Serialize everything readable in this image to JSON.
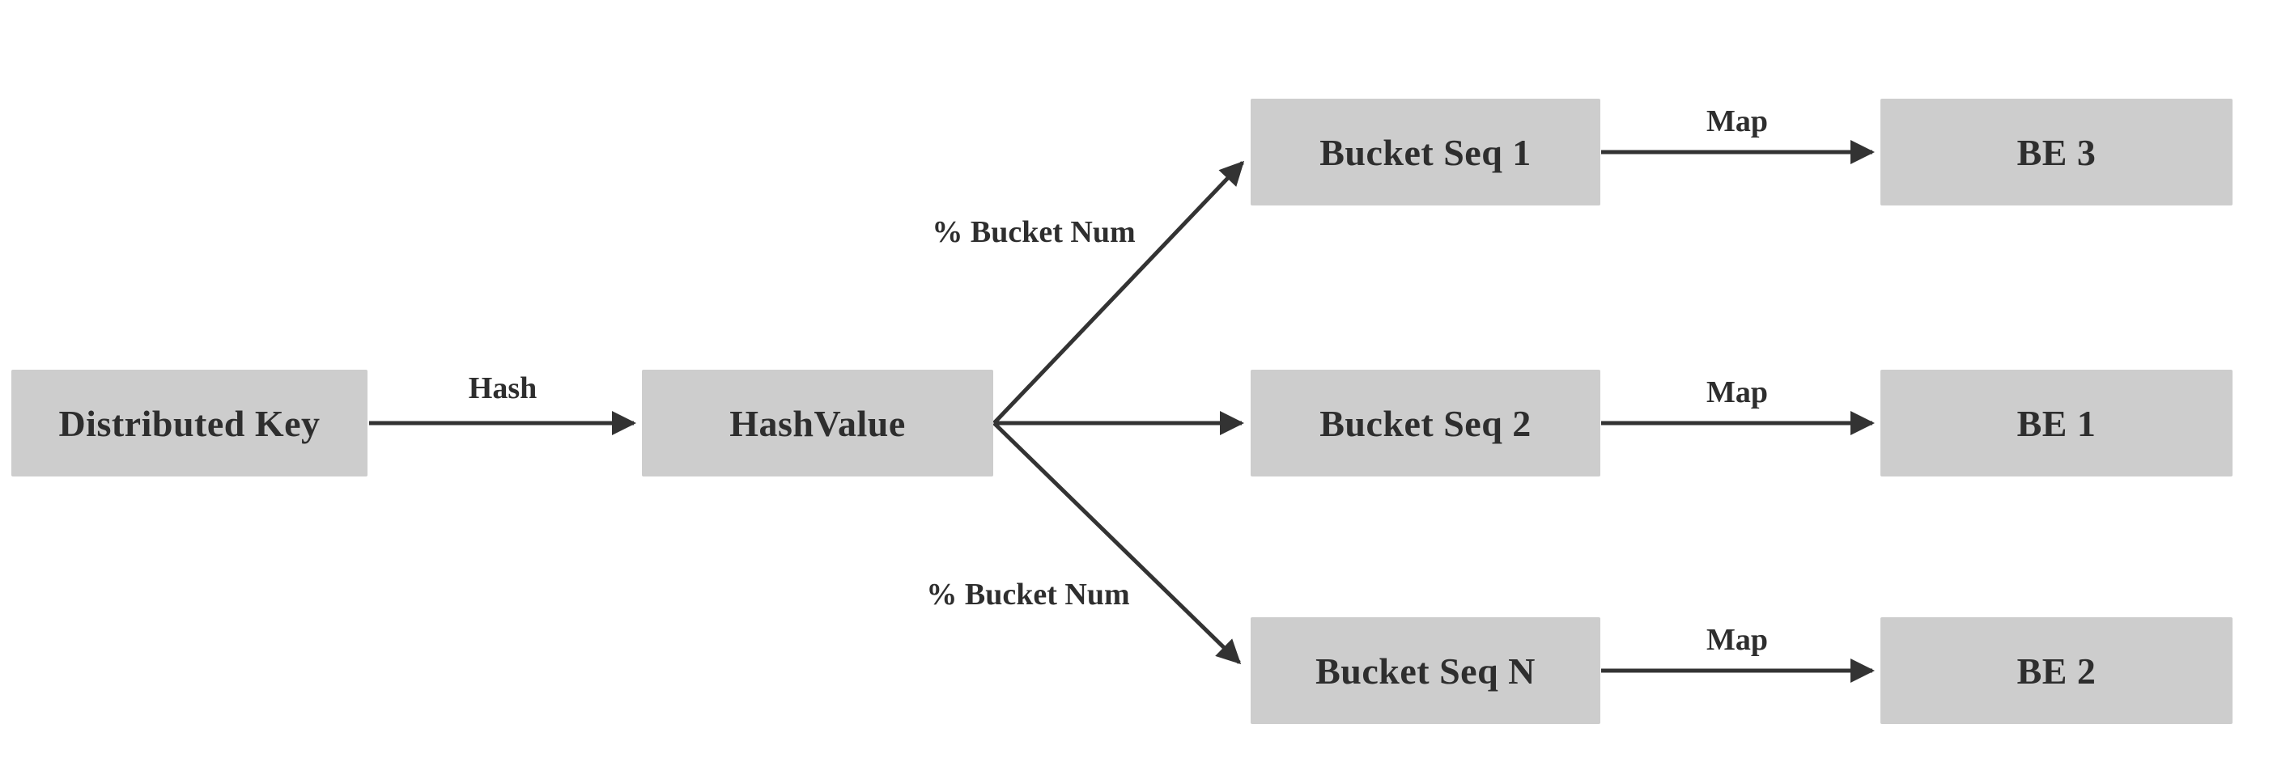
{
  "diagram": {
    "description": "Distributed key hashing flow: key is hashed, modded by bucket number into bucket sequences, then mapped to backends",
    "nodes": {
      "distributed_key": {
        "label": "Distributed Key"
      },
      "hash_value": {
        "label": "HashValue"
      },
      "bucket_seq_1": {
        "label": "Bucket Seq 1"
      },
      "bucket_seq_2": {
        "label": "Bucket Seq 2"
      },
      "bucket_seq_n": {
        "label": "Bucket Seq N"
      },
      "be_3": {
        "label": "BE 3"
      },
      "be_1": {
        "label": "BE 1"
      },
      "be_2": {
        "label": "BE 2"
      }
    },
    "edge_labels": {
      "hash": "Hash",
      "mod_bucket_num_top": "% Bucket Num",
      "mod_bucket_num_bottom": "% Bucket Num",
      "map_top": "Map",
      "map_middle": "Map",
      "map_bottom": "Map"
    },
    "edges": [
      {
        "from": "distributed_key",
        "to": "hash_value",
        "label": "Hash"
      },
      {
        "from": "hash_value",
        "to": "bucket_seq_1",
        "label": "% Bucket Num"
      },
      {
        "from": "hash_value",
        "to": "bucket_seq_2",
        "label": ""
      },
      {
        "from": "hash_value",
        "to": "bucket_seq_n",
        "label": "% Bucket Num"
      },
      {
        "from": "bucket_seq_1",
        "to": "be_3",
        "label": "Map"
      },
      {
        "from": "bucket_seq_2",
        "to": "be_1",
        "label": "Map"
      },
      {
        "from": "bucket_seq_n",
        "to": "be_2",
        "label": "Map"
      }
    ]
  },
  "colors": {
    "node_fill": "#cdcdcd",
    "text": "#2e2e2e",
    "arrow": "#333333",
    "background": "#ffffff"
  }
}
